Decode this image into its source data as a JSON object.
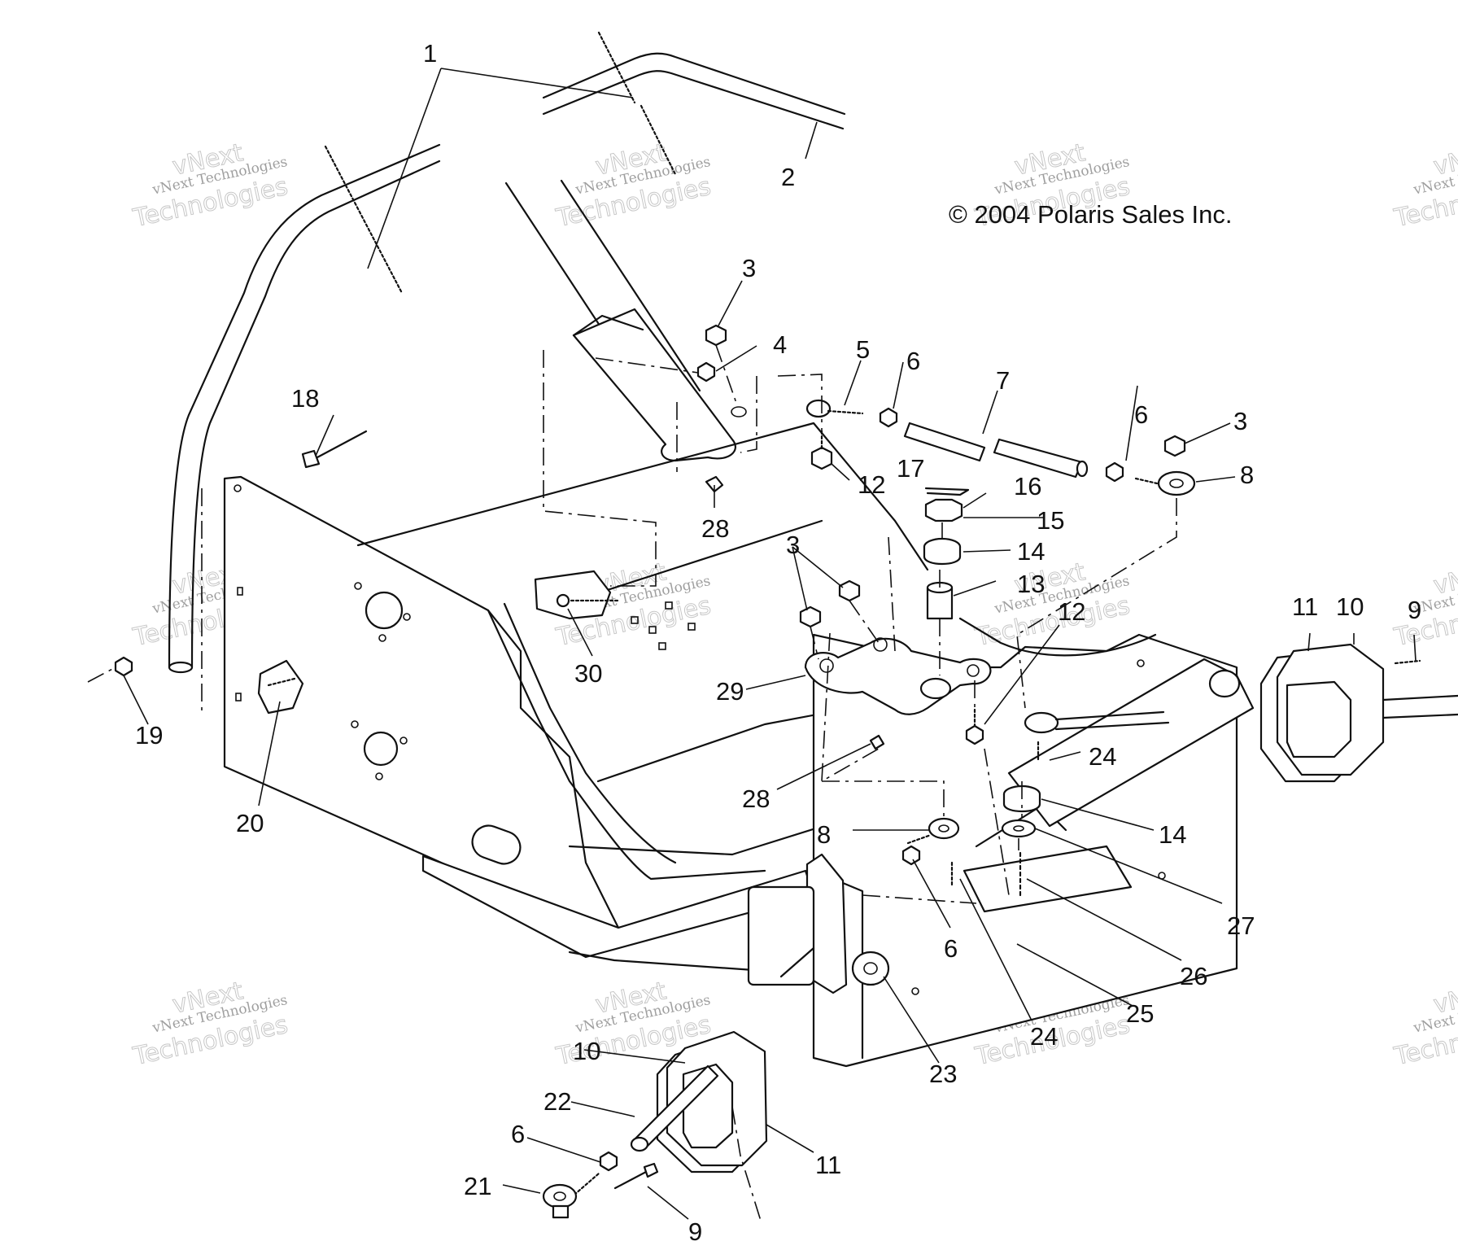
{
  "copyright": "© 2004 Polaris Sales Inc.",
  "watermark": {
    "line1": "vNext Technologies",
    "line2": "vNext",
    "line3": "Technologies"
  },
  "callouts": [
    {
      "id": "c1",
      "text": "1"
    },
    {
      "id": "c2",
      "text": "2"
    },
    {
      "id": "c3a",
      "text": "3"
    },
    {
      "id": "c3b",
      "text": "3"
    },
    {
      "id": "c3c",
      "text": "3"
    },
    {
      "id": "c4",
      "text": "4"
    },
    {
      "id": "c5",
      "text": "5"
    },
    {
      "id": "c6a",
      "text": "6"
    },
    {
      "id": "c6b",
      "text": "6"
    },
    {
      "id": "c6c",
      "text": "6"
    },
    {
      "id": "c6d",
      "text": "6"
    },
    {
      "id": "c7",
      "text": "7"
    },
    {
      "id": "c8a",
      "text": "8"
    },
    {
      "id": "c8b",
      "text": "8"
    },
    {
      "id": "c9a",
      "text": "9"
    },
    {
      "id": "c9b",
      "text": "9"
    },
    {
      "id": "c10a",
      "text": "10"
    },
    {
      "id": "c10b",
      "text": "10"
    },
    {
      "id": "c11a",
      "text": "11"
    },
    {
      "id": "c11b",
      "text": "11"
    },
    {
      "id": "c12a",
      "text": "12"
    },
    {
      "id": "c12b",
      "text": "12"
    },
    {
      "id": "c13",
      "text": "13"
    },
    {
      "id": "c14a",
      "text": "14"
    },
    {
      "id": "c14b",
      "text": "14"
    },
    {
      "id": "c15",
      "text": "15"
    },
    {
      "id": "c16",
      "text": "16"
    },
    {
      "id": "c17",
      "text": "17"
    },
    {
      "id": "c18",
      "text": "18"
    },
    {
      "id": "c19",
      "text": "19"
    },
    {
      "id": "c20",
      "text": "20"
    },
    {
      "id": "c21",
      "text": "21"
    },
    {
      "id": "c22",
      "text": "22"
    },
    {
      "id": "c23",
      "text": "23"
    },
    {
      "id": "c24a",
      "text": "24"
    },
    {
      "id": "c24b",
      "text": "24"
    },
    {
      "id": "c25",
      "text": "25"
    },
    {
      "id": "c26",
      "text": "26"
    },
    {
      "id": "c27",
      "text": "27"
    },
    {
      "id": "c28a",
      "text": "28"
    },
    {
      "id": "c28b",
      "text": "28"
    },
    {
      "id": "c29",
      "text": "29"
    },
    {
      "id": "c30",
      "text": "30"
    }
  ]
}
